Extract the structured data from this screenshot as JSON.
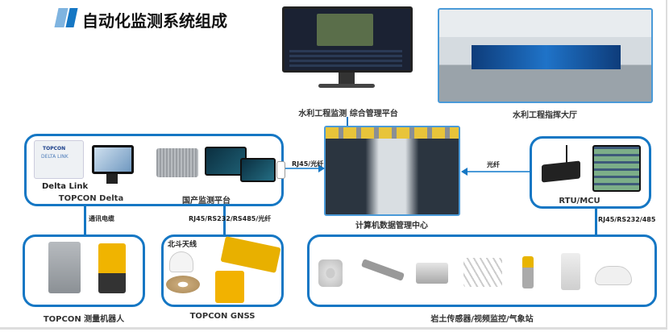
{
  "title": "自动化监测系统组成",
  "top": {
    "monitor_label": "水利工程监测 综合管理平台",
    "hall_label": "水利工程指挥大厅"
  },
  "center": {
    "datacenter_label": "计算机数据管理中心",
    "link_left": "RJ45/光纤",
    "link_right": "光纤"
  },
  "left_group": {
    "device_label": "Delta Link",
    "group_label": "TOPCON Delta",
    "platform_label": "国产监测平台",
    "link_robot": "通讯电缆",
    "link_gnss": "RJ45/RS232/RS485/光纤"
  },
  "rtu_group": {
    "label": "RTU/MCU",
    "link_down": "RJ45/RS232/485"
  },
  "bottom": {
    "robot_label": "TOPCON 测量机器人",
    "gnss_antenna_label": "北斗天线",
    "gnss_label": "TOPCON GNSS",
    "sensors_label": "岩土传感器/视频监控/气象站"
  },
  "colors": {
    "accent": "#1577c4"
  }
}
